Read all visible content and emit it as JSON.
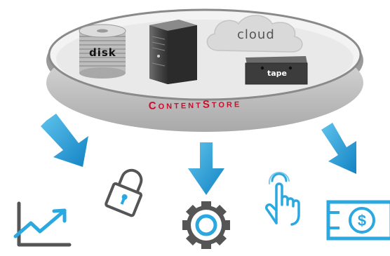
{
  "brand": {
    "name": "ContentStore",
    "color": "#c8102e"
  },
  "storage": {
    "disk_label": "disk",
    "cloud_label": "cloud",
    "tape_label": "tape"
  },
  "icons": {
    "arrow": "arrow-down-icon",
    "items": [
      "chart-up-icon",
      "lock-icon",
      "gear-icon",
      "pointer-hand-icon",
      "dollar-bill-icon"
    ]
  },
  "colors": {
    "arrow": "#1a9ad6",
    "icon_blue": "#2aa8df",
    "icon_gray": "#555555"
  }
}
